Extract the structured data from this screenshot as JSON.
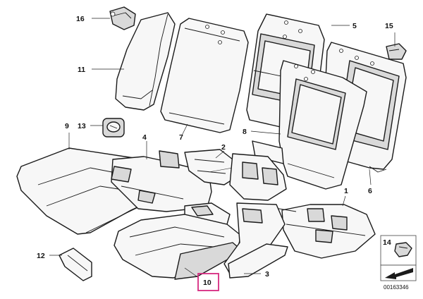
{
  "callouts": {
    "c1": "1",
    "c2": "2",
    "c3": "3",
    "c4": "4",
    "c5": "5",
    "c6": "6",
    "c7": "7",
    "c8": "8",
    "c9": "9",
    "c10": "10",
    "c11": "11",
    "c12": "12",
    "c13": "13",
    "c14": "14",
    "c15": "15",
    "c16": "16"
  },
  "highlighted_part": "10",
  "highlight_color": "#d6297f",
  "diagram_code": "00163346"
}
